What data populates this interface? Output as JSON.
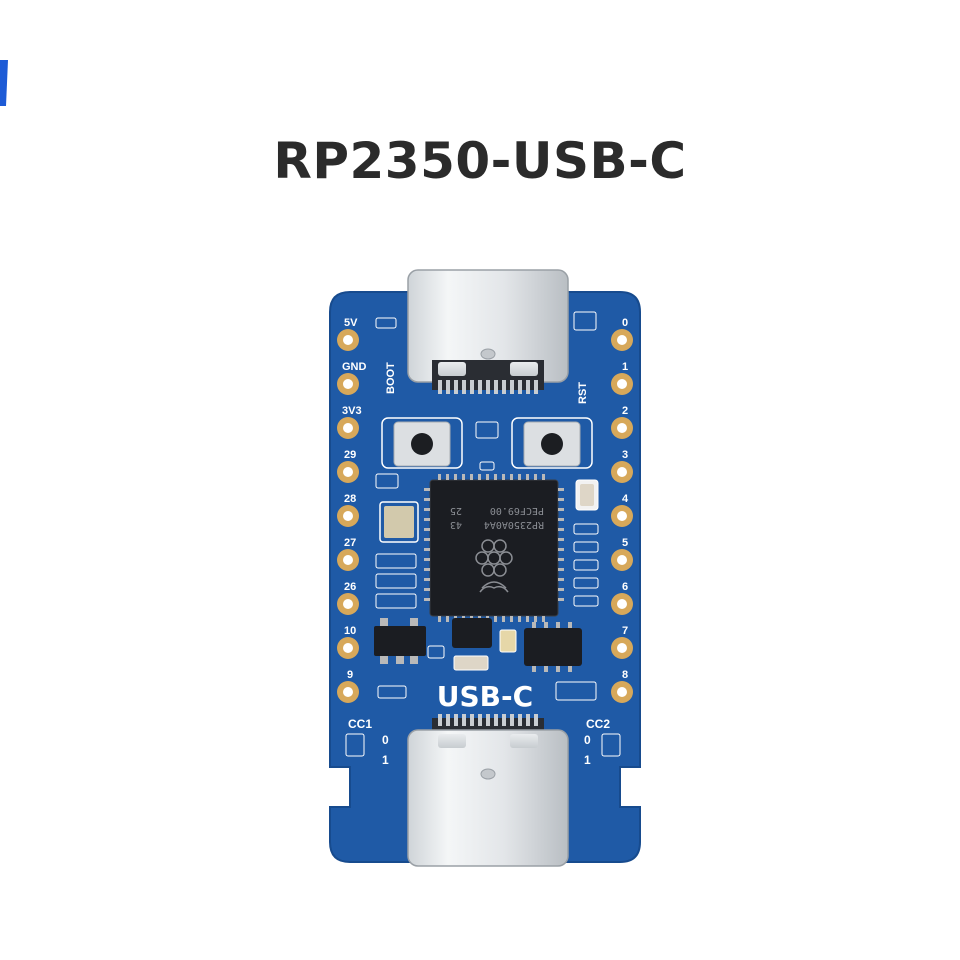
{
  "title": "RP2350-USB-C",
  "board": {
    "left_pins": [
      "5V",
      "GND",
      "3V3",
      "29",
      "28",
      "27",
      "26",
      "10",
      "9"
    ],
    "right_pins": [
      "0",
      "1",
      "2",
      "3",
      "4",
      "5",
      "6",
      "7",
      "8"
    ],
    "boot_label": "BOOT",
    "rst_label": "RST",
    "usb_label": "USB-C",
    "cc1_label": "CC1",
    "cc2_label": "CC2",
    "jumper_a": "0",
    "jumper_b": "1",
    "chip_line1": "RP2350A0A4",
    "chip_line1_suffix": "43",
    "chip_line2": "PECF69.00",
    "chip_line2_suffix": "25"
  },
  "colors": {
    "pcb": "#1f5aa6",
    "pcb_edge": "#174b8e",
    "silkscreen": "#ffffff",
    "gold": "#d7a85a",
    "chip": "#1b1d22",
    "corner_accent": "#1d5bd6"
  }
}
